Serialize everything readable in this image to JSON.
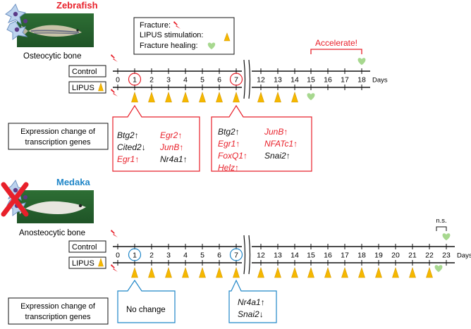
{
  "colors": {
    "red": "#e8202a",
    "blue": "#1f86c8",
    "black": "#111111",
    "orange": "#f5b800",
    "green": "#a7d88f"
  },
  "legend": {
    "fracture_label": "Fracture:",
    "lipus_label": "LIPUS stimulation:",
    "healing_label": "Fracture healing:"
  },
  "zebrafish": {
    "title": "Zebrafish",
    "caption": "Osteocytic bone",
    "control_label": "Control",
    "lipus_label": "LIPUS",
    "days_label": "Days",
    "accelerate_label": "Accelerate!",
    "ticks": [
      "0",
      "1",
      "2",
      "3",
      "4",
      "5",
      "6",
      "7",
      "12",
      "13",
      "14",
      "15",
      "16",
      "17",
      "18"
    ],
    "circled_days": [
      "1",
      "7"
    ],
    "stim_days": [
      "1",
      "2",
      "3",
      "4",
      "5",
      "6",
      "7",
      "12",
      "13",
      "14"
    ],
    "control_heal_day": "18",
    "lipus_heal_day": "15",
    "expression_title_1": "Expression change of",
    "expression_title_2": "transcription genes",
    "day1_genes": [
      {
        "name": "Btg2",
        "dir": "↑",
        "color": "black"
      },
      {
        "name": "Cited2",
        "dir": "↓",
        "color": "black"
      },
      {
        "name": "Egr1",
        "dir": "↑",
        "color": "red"
      },
      {
        "name": "Egr2",
        "dir": "↑",
        "color": "red"
      },
      {
        "name": "JunB",
        "dir": "↑",
        "color": "red"
      },
      {
        "name": "Nr4a1",
        "dir": "↑",
        "color": "black"
      }
    ],
    "day7_genes": [
      {
        "name": "Btg2",
        "dir": "↑",
        "color": "black"
      },
      {
        "name": "Egr1",
        "dir": "↑",
        "color": "red"
      },
      {
        "name": "FoxQ1",
        "dir": "↑",
        "color": "red"
      },
      {
        "name": "Helz",
        "dir": "↑",
        "color": "red"
      },
      {
        "name": "JunB",
        "dir": "↑",
        "color": "red"
      },
      {
        "name": "NFATc1",
        "dir": "↑",
        "color": "red"
      },
      {
        "name": "Snai2",
        "dir": "↑",
        "color": "black"
      }
    ]
  },
  "medaka": {
    "title": "Medaka",
    "caption": "Anosteocytic bone",
    "control_label": "Control",
    "lipus_label": "LIPUS",
    "days_label": "Days",
    "ns_label": "n.s.",
    "ticks": [
      "0",
      "1",
      "2",
      "3",
      "4",
      "5",
      "6",
      "7",
      "12",
      "13",
      "14",
      "15",
      "16",
      "17",
      "18",
      "19",
      "20",
      "21",
      "22",
      "23"
    ],
    "circled_days": [
      "1",
      "7"
    ],
    "stim_days": [
      "1",
      "2",
      "3",
      "4",
      "5",
      "6",
      "7",
      "12",
      "13",
      "14",
      "15",
      "16",
      "17",
      "18",
      "19",
      "20",
      "21",
      "22"
    ],
    "control_heal_day": "23",
    "lipus_heal_day": "22",
    "expression_title_1": "Expression change of",
    "expression_title_2": "transcription genes",
    "day1_text": "No change",
    "day7_genes": [
      {
        "name": "Nr4a1",
        "dir": "↑",
        "color": "black"
      },
      {
        "name": "Snai2",
        "dir": "↓",
        "color": "black"
      }
    ]
  }
}
